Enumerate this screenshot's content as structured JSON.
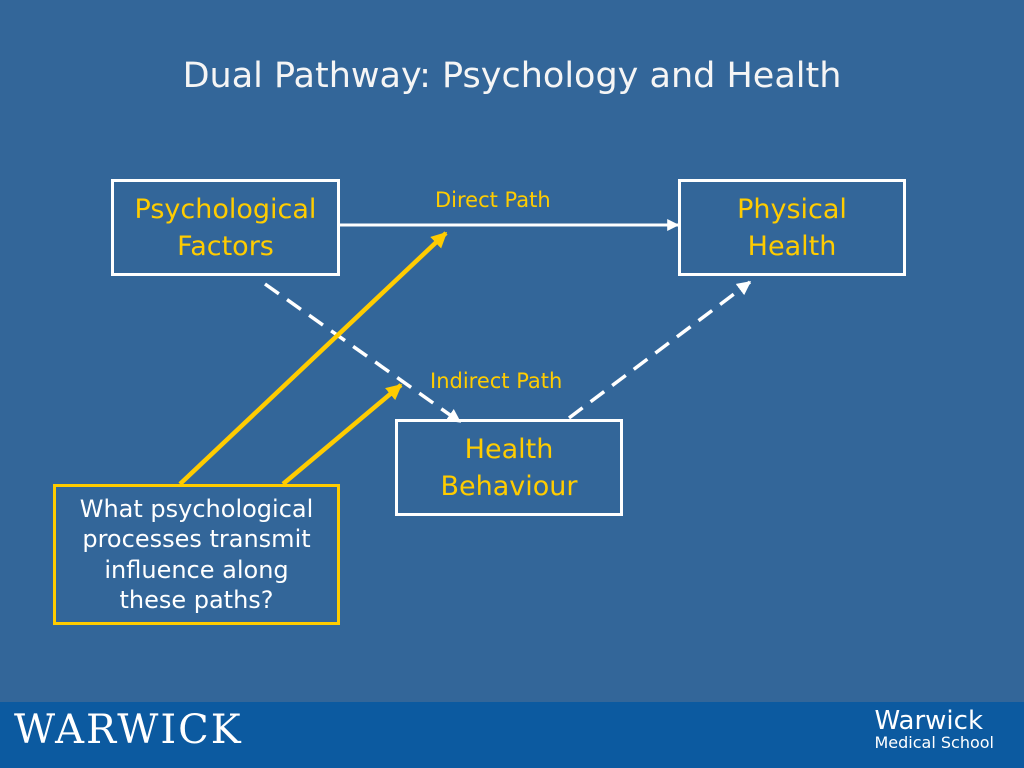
{
  "slide": {
    "title": "Dual Pathway: Psychology and Health"
  },
  "nodes": {
    "psychological_factors": [
      "Psychological",
      "Factors"
    ],
    "physical_health": [
      "Physical",
      "Health"
    ],
    "health_behaviour": [
      "Health",
      "Behaviour"
    ],
    "question": [
      "What psychological",
      "processes transmit",
      "influence along",
      "these paths?"
    ]
  },
  "edges": {
    "direct": {
      "label": "Direct Path",
      "from": "psychological_factors",
      "to": "physical_health",
      "style": "solid"
    },
    "indirect_1": {
      "from": "psychological_factors",
      "to": "health_behaviour",
      "style": "dashed"
    },
    "indirect_2": {
      "label": "Indirect Path",
      "from": "health_behaviour",
      "to": "physical_health",
      "style": "dashed"
    },
    "question_to_direct": {
      "from": "question",
      "to": "direct",
      "style": "solid"
    },
    "question_to_indirect": {
      "from": "question",
      "to": "indirect_1",
      "style": "solid"
    }
  },
  "footer": {
    "left_logo": "WARWICK",
    "right_logo_name": "Warwick",
    "right_logo_sub": "Medical School"
  },
  "colors": {
    "background": "#336699",
    "accent": "#ffcc00",
    "box_border": "#ffffff",
    "footer": "#0c5aa0"
  }
}
